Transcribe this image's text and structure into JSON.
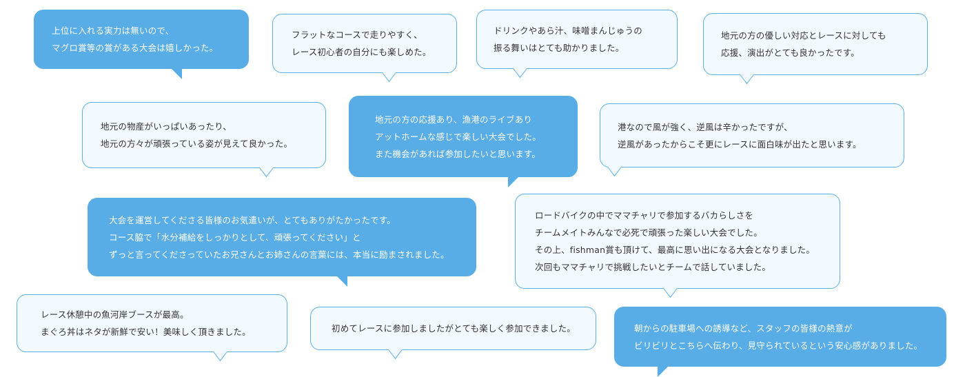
{
  "colors": {
    "bubble_dark": "#58ade6",
    "bubble_light_bg": "#f3faff",
    "bubble_light_border": "#5ab0e6"
  },
  "comments": [
    {
      "lines": [
        "上位に入れる実力は無いので、",
        "マグロ賞等の賞がある大会は嬉しかった。"
      ]
    },
    {
      "lines": [
        "フラットなコースで走りやすく、",
        "レース初心者の自分にも楽しめた。"
      ]
    },
    {
      "lines": [
        "ドリンクやあら汁、味噌まんじゅうの",
        "振る舞いはとても助かりました。"
      ]
    },
    {
      "lines": [
        "地元の方の優しい対応とレースに対しても",
        "応援、演出がとても良かったです。"
      ]
    },
    {
      "lines": [
        "地元の物産がいっぱいあったり、",
        "地元の方々が頑張っている姿が見えて良かった。"
      ]
    },
    {
      "lines": [
        "地元の方の応援あり、漁港のライブあり",
        "アットホームな感じで楽しい大会でした。",
        "また機会があれば参加したいと思います。"
      ]
    },
    {
      "lines": [
        "港なので風が強く、逆風は辛かったですが、",
        "逆風があったからこそ更にレースに面白味が出たと思います。"
      ]
    },
    {
      "lines": [
        "大会を運営してくださる皆様のお気遣いが、とてもありがたかったです。",
        "コース脇で「水分補給をしっかりとして、頑張ってください」と",
        "ずっと言ってくださっていたお兄さんとお姉さんの言葉には、本当に励まされました。"
      ]
    },
    {
      "lines": [
        "ロードバイクの中でママチャリで参加するバカらしさを",
        "チームメイトみんなで必死で頑張った楽しい大会でした。",
        "その上、fishman賞も頂けて、最高に思い出になる大会となりました。",
        "次回もママチャリで挑戦したいとチームで話していました。"
      ]
    },
    {
      "lines": [
        "レース休憩中の魚河岸ブースが最高。",
        "まぐろ丼はネタが新鮮で安い！美味しく頂きました。"
      ]
    },
    {
      "lines": [
        "初めてレースに参加しましたがとても楽しく参加できました。"
      ]
    },
    {
      "lines": [
        "朝からの駐車場への誘導など、スタッフの皆様の熱意が",
        "ビリビリとこちらへ伝わり、見守られているという安心感がありました。"
      ]
    }
  ]
}
